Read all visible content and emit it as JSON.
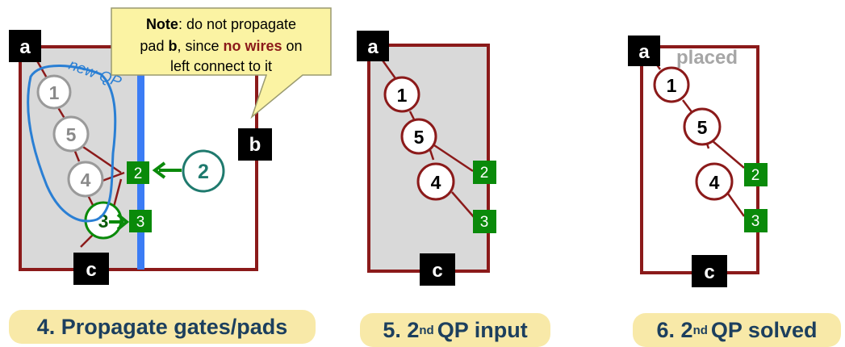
{
  "panels": [
    {
      "caption": "4. Propagate gates/pads",
      "pads": {
        "a": "a",
        "b": "b",
        "c": "c"
      },
      "gates": [
        "1",
        "5",
        "4",
        "3"
      ],
      "propagated_pads": [
        "2",
        "3"
      ],
      "incoming_gate": "2",
      "handwritten": "new QP",
      "note": {
        "bold": "Note",
        "t1": ": do not propagate",
        "t2": "pad ",
        "b": "b",
        "t3": ", since ",
        "red": "no wires",
        "t4": " on",
        "t5": "left connect to it"
      }
    },
    {
      "caption_num": "5. 2",
      "caption_sup": "nd",
      "caption_rest": "QP input",
      "pads": {
        "a": "a",
        "c": "c"
      },
      "gates": [
        "1",
        "5",
        "4"
      ],
      "side_pads": [
        "2",
        "3"
      ]
    },
    {
      "caption_num": "6. 2",
      "caption_sup": "nd",
      "caption_rest": "QP solved",
      "pads": {
        "a": "a",
        "c": "c"
      },
      "placed_label": "placed",
      "gates": [
        "1",
        "5",
        "4"
      ],
      "side_pads": [
        "2",
        "3"
      ]
    }
  ],
  "colors": {
    "wire": "#8b1a1a",
    "pad": "#0a8a0a",
    "grey_region": "#d9d9d9",
    "blue_cut": "#3b7cf5",
    "note_bg": "#fbf3a3"
  }
}
